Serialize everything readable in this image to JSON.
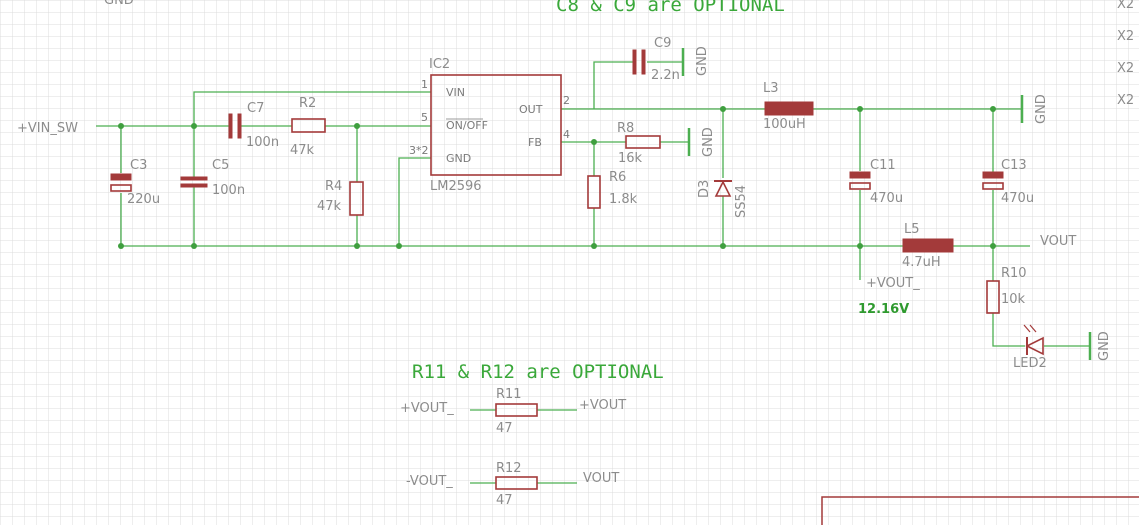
{
  "notes": {
    "c8c9": "C8 & C9 are OPTIONAL",
    "r11r12": "R11 & R12 are OPTIONAL"
  },
  "header_cutoff": {
    "gnd": "GND",
    "x_labels": [
      "X2",
      "X2",
      "X2",
      "X2"
    ]
  },
  "ic": {
    "name": "IC2",
    "value": "LM2596",
    "pins": {
      "vin": "VIN",
      "on_off": "ON/OFF",
      "gnd": "GND",
      "out": "OUT",
      "fb": "FB"
    },
    "pin_numbers": {
      "vin": "1",
      "on_off": "5",
      "gnd": "3*2",
      "out": "2",
      "fb": "4"
    }
  },
  "components": {
    "c3": {
      "name": "C3",
      "value": "220u"
    },
    "c5": {
      "name": "C5",
      "value": "100n"
    },
    "c7": {
      "name": "C7",
      "value": "100n"
    },
    "c9": {
      "name": "C9",
      "value": "2.2n"
    },
    "r2": {
      "name": "R2",
      "value": "47k"
    },
    "r4": {
      "name": "R4",
      "value": "47k"
    },
    "r6": {
      "name": "R6",
      "value": "1.8k"
    },
    "r8": {
      "name": "R8",
      "value": "16k"
    },
    "d3": {
      "name": "D3",
      "value": "SS54"
    },
    "l3": {
      "name": "L3",
      "value": "100uH"
    },
    "l5": {
      "name": "L5",
      "value": "4.7uH"
    },
    "c11": {
      "name": "C11",
      "value": "470u"
    },
    "c13": {
      "name": "C13",
      "value": "470u"
    },
    "r10": {
      "name": "R10",
      "value": "10k"
    },
    "led2": {
      "name": "LED2"
    },
    "r11": {
      "name": "R11",
      "value": "47"
    },
    "r12": {
      "name": "R12",
      "value": "47"
    }
  },
  "nets": {
    "vin_sw": "+VIN_SW",
    "vout": "VOUT",
    "vout_neg": "+VOUT_",
    "gnd": "GND",
    "r11_left": "+VOUT_",
    "r11_right": "+VOUT",
    "r12_left": "-VOUT_",
    "r12_right": "VOUT"
  },
  "measurement": "12.16V",
  "colors": {
    "wire": "#4caf50",
    "part": "#a33a3a",
    "grid": "#d9d9d9",
    "note": "#3aa83a"
  }
}
